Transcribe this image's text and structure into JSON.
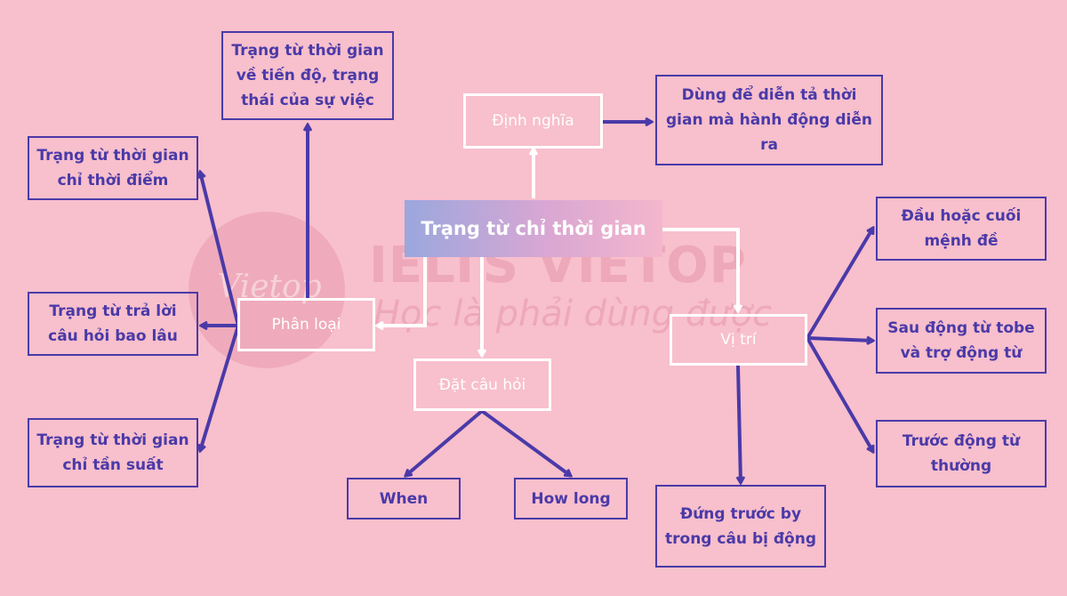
{
  "watermark": {
    "logo_text": "Vietop",
    "brand": "IELTS VIETOP",
    "slogan": "Học là phải dùng được"
  },
  "colors": {
    "background": "#f8bfcc",
    "accent": "#4a3aa8",
    "connector_light": "#ffffff"
  },
  "center": {
    "label": "Trạng từ chỉ thời gian"
  },
  "definition": {
    "label": "Định nghĩa",
    "detail": "Dùng để diễn tả thời gian mà hành động diễn ra"
  },
  "classification": {
    "label": "Phân loại",
    "items": [
      "Trạng từ thời gian về tiến độ, trạng thái của sự việc",
      "Trạng từ thời gian chỉ thời điểm",
      "Trạng từ trả lời câu hỏi bao lâu",
      "Trạng từ thời gian chỉ tần suất"
    ]
  },
  "questions": {
    "label": "Đặt câu hỏi",
    "items": [
      "When",
      "How long"
    ]
  },
  "position": {
    "label": "Vị trí",
    "items": [
      "Đầu hoặc cuối mệnh đề",
      "Sau động từ tobe và trợ động từ",
      "Trước động từ thường",
      "Đứng trước by trong câu bị động"
    ]
  }
}
